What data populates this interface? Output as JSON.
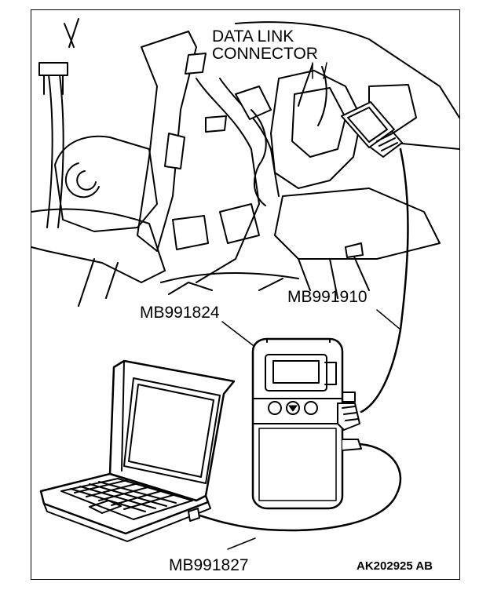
{
  "labels": {
    "data_link_line1": "DATA LINK",
    "data_link_line2": "CONNECTOR",
    "mb991824": "MB991824",
    "mb991910": "MB991910",
    "mb991827": "MB991827",
    "figure_code": "AK202925 AB"
  }
}
